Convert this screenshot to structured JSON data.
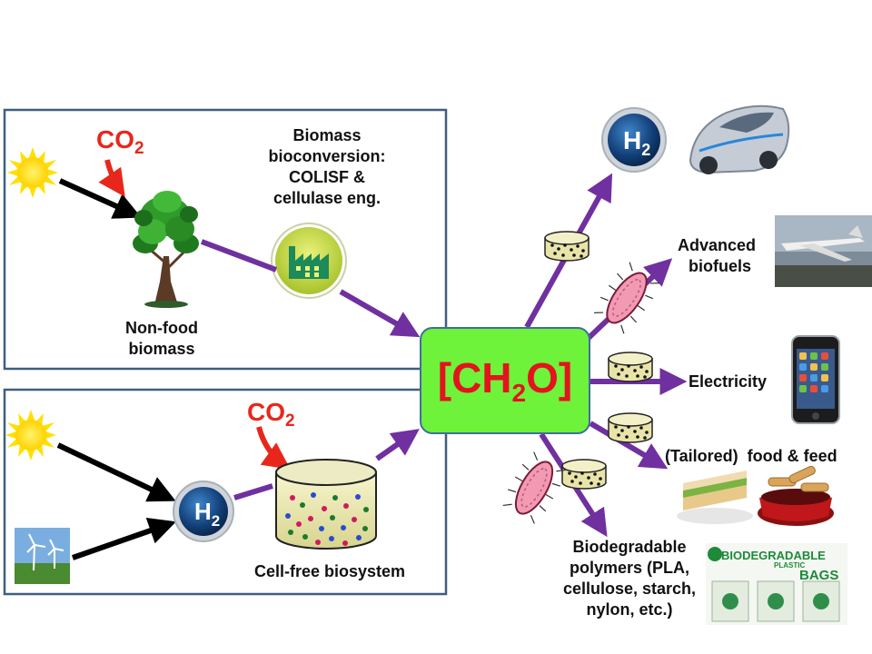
{
  "top_panel": {
    "co2": {
      "main": "CO",
      "sub": "2"
    },
    "bioconversion_label": [
      "Biomass",
      "bioconversion:",
      "COLISF &",
      "cellulase eng."
    ],
    "nonfood_label": [
      "Non-food",
      "biomass"
    ]
  },
  "bottom_panel": {
    "co2": {
      "main": "CO",
      "sub": "2"
    },
    "h2": {
      "main": "H",
      "sub": "2"
    },
    "biosystem_label": "Cell-free biosystem"
  },
  "center": {
    "pre": "[CH",
    "sub": "2",
    "post": "O]"
  },
  "outputs": {
    "h2": {
      "main": "H",
      "sub": "2"
    },
    "biofuels": [
      "Advanced",
      "biofuels"
    ],
    "electricity": "Electricity",
    "food": "(Tailored)  food & feed",
    "polymers": [
      "Biodegradable",
      "polymers (PLA,",
      "cellulose, starch,",
      "nylon, etc.)"
    ],
    "bags_logo": [
      "BIODEGRADABLE",
      "PLASTIC",
      "BAGS"
    ]
  },
  "colors": {
    "arrow_purple": "#7030a0",
    "co2_red": "#e8271c",
    "center_fill": "#6ef23a",
    "formula_red": "#e4131e",
    "panel_border": "#3e5f7f"
  }
}
